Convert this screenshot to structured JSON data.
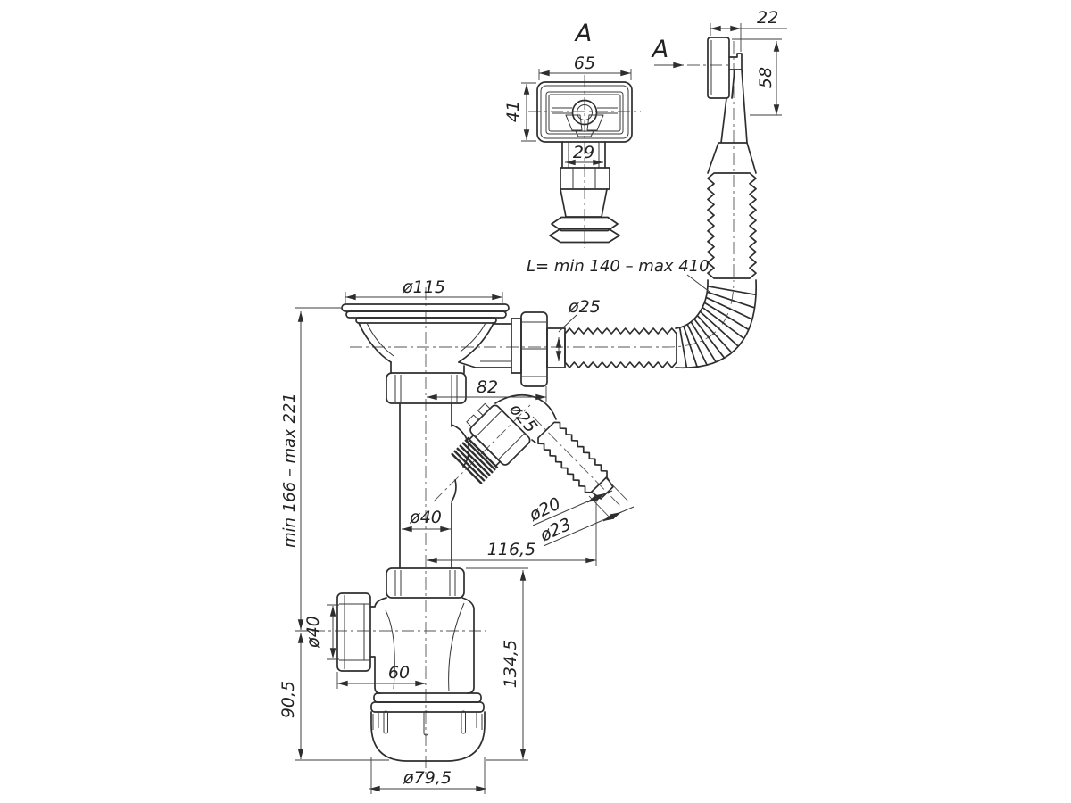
{
  "colors": {
    "line": "#2e2e2e",
    "thin": "#3d3d3d",
    "background": "#ffffff"
  },
  "view_a": {
    "label": "A",
    "width": "65",
    "height": "41",
    "stem_width": "29"
  },
  "side_view": {
    "label": "A",
    "thickness": "22",
    "height": "58"
  },
  "overflow_hose": {
    "length_label": "L= min 140 – max 410",
    "diameter": "ø25"
  },
  "strainer": {
    "flange_diameter": "ø115",
    "outlet_length": "82"
  },
  "branch": {
    "diameter": "ø25",
    "tip_inner": "ø20",
    "tip_outer": "ø23",
    "horizontal_reach": "116,5"
  },
  "pipe": {
    "height_range": "min 166 – max 221",
    "diameter": "ø40"
  },
  "trap": {
    "outlet_diameter": "ø40",
    "outlet_length": "60",
    "outlet_height": "90,5",
    "body_height": "134,5",
    "cup_diameter": "ø79,5"
  }
}
